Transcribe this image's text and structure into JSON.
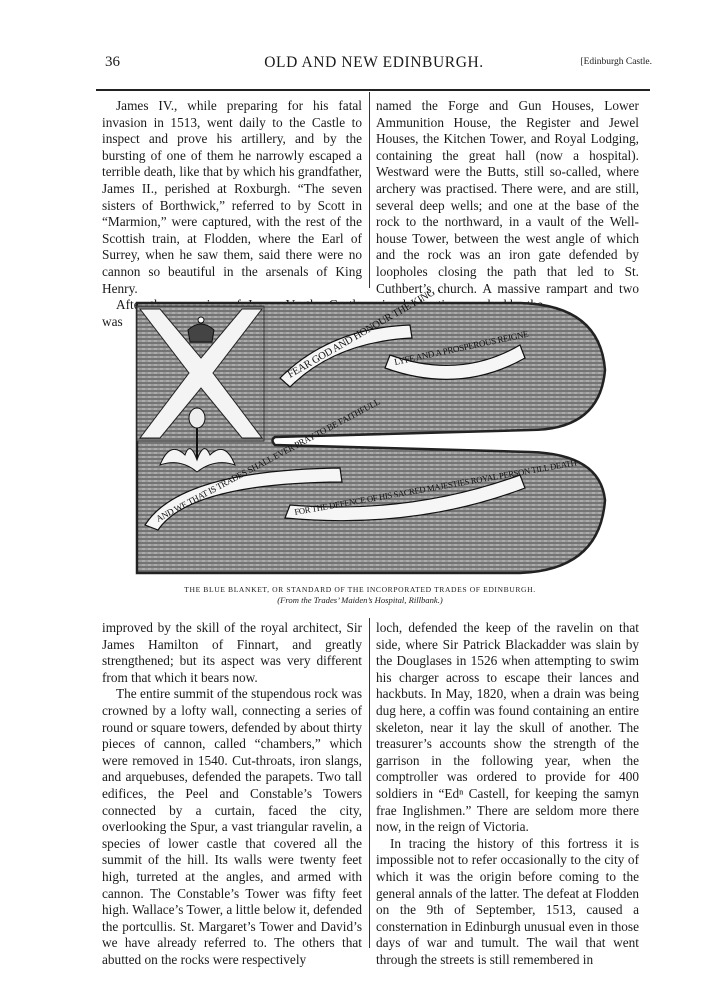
{
  "header": {
    "page_number": "36",
    "running_title": "OLD AND NEW EDINBURGH.",
    "section": "[Edinburgh Castle."
  },
  "columns_top": {
    "left": [
      "James IV., while preparing for his fatal invasion in 1513, went daily to the Castle to inspect and prove his artillery, and by the bursting of one of them he narrowly escaped a terrible death, like that by which his grandfather, James II., perished at Roxburgh. “The seven sisters of Borthwick,” referred to by Scott in “Marmion,” were captured, with the rest of the Scottish train, at Flodden, where the Earl of Surrey, when he saw them, said there were no cannon so beautiful in the arsenals of King Henry.",
      "After the accession of James V., the Castle was"
    ],
    "right": [
      "named the Forge and Gun Houses, Lower Ammunition House, the Register and Jewel Houses, the Kitchen Tower, and Royal Lodging, containing the great hall (now a hospital). Westward were the Butts, still so-called, where archery was practised. There were, and are still, several deep wells; and one at the base of the rock to the northward, in a vault of the Well-house Tower, between the west angle of which and the rock was an iron gate defended by loopholes closing the path that led to St. Cuthbert’s church. A massive rampart and two circular bastions washed by the"
    ]
  },
  "figure": {
    "description": "Engraving of a swallow-tailed banner with St. Andrew's saltire, crown and thistle",
    "scroll_upper_1": "FEAR GOD AND HONOUR THE KING WITH A LONG",
    "scroll_upper_2": "LYFE AND A PROSPEROUS REIGNE",
    "scroll_lower_1": "AND WE THAT IS TRADES SHALL EVER PRAY TO BE FAITHFULL",
    "scroll_lower_2": "FOR THE DEFENCE OF HIS SACRED MAJESTIES ROYAL PERSON TILL DEATH",
    "caption_title": "The Blue Blanket, or Standard of the Incorporated Trades of Edinburgh.",
    "caption_source": "(From the Trades’ Maiden’s Hospital, Rillbank.)"
  },
  "columns_bottom": {
    "left": [
      "improved by the skill of the royal architect, Sir James Hamilton of Finnart, and greatly strengthened; but its aspect was very different from that which it bears now.",
      "The entire summit of the stupendous rock was crowned by a lofty wall, connecting a series of round or square towers, defended by about thirty pieces of cannon, called “chambers,” which were removed in 1540. Cut-throats, iron slangs, and arquebuses, defended the parapets. Two tall edifices, the Peel and Constable’s Towers connected by a curtain, faced the city, overlooking the Spur, a vast triangular ravelin, a species of lower castle that covered all the summit of the hill. Its walls were twenty feet high, turreted at the angles, and armed with cannon. The Constable’s Tower was fifty feet high. Wallace’s Tower, a little below it, defended the portcullis. St. Margaret’s Tower and David’s we have already referred to. The others that abutted on the rocks were respectively"
    ],
    "right": [
      "loch, defended the keep of the ravelin on that side, where Sir Patrick Blackadder was slain by the Douglases in 1526 when attempting to swim his charger across to escape their lances and hackbuts. In May, 1820, when a drain was being dug here, a coffin was found containing an entire skeleton, near it lay the skull of another. The treasurer’s accounts show the strength of the garrison in the following year, when the comptroller was ordered to provide for 400 soldiers in “Edⁿ Castell, for keeping the samyn frae Inglishmen.” There are seldom more there now, in the reign of Victoria.",
      "In tracing the history of this fortress it is impossible not to refer occasionally to the city of which it was the origin before coming to the general annals of the latter. The defeat at Flodden on the 9th of September, 1513, caused a consternation in Edinburgh unusual even in those days of war and tumult. The wail that went through the streets is still remembered in"
    ]
  }
}
